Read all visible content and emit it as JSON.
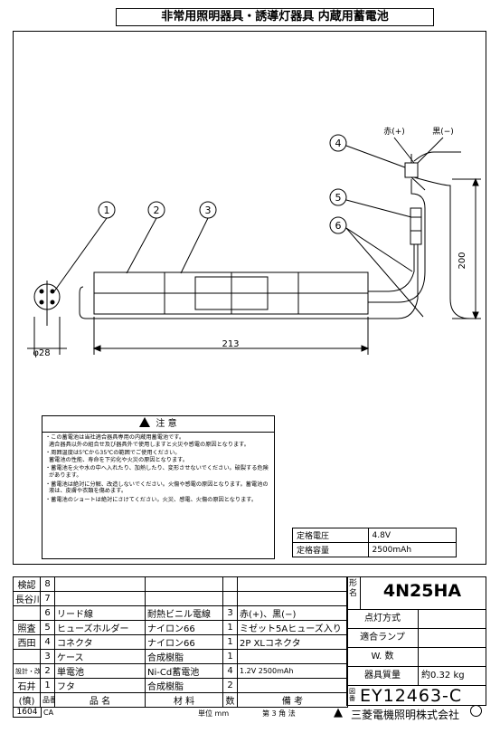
{
  "title": "非常用照明器具・誘導灯器具 内蔵用蓄電池",
  "drawing": {
    "callouts": [
      "1",
      "2",
      "3",
      "4",
      "5",
      "6"
    ],
    "wire_red": "赤(+)",
    "wire_black": "黒(−)",
    "dim_diameter": "φ28",
    "dim_length": "213",
    "dim_lead": "200"
  },
  "caution": {
    "heading": "注 意",
    "notes": [
      "・この蓄電池は当社適合器具専用の内蔵用蓄電池です。\n適合器具以外の組合せ及び器具外で使用しますと火災や感電の原因となります。",
      "・周囲温度は5℃から35℃の範囲でご使用ください。\n蓄電池の性能、寿命を下劣化や火災の原因となります。",
      "・蓄電池を火や水の中へ入れたり、加熱したり、変形させないでください。破裂する危険があります。",
      "・蓄電池は絶対に分解、改造しないでください。火傷や感電の原因となります。蓄電池の液は、皮膚や衣類を傷めます。",
      "・蓄電池のショートは絶対にさけてください。火災、感電、火傷の原因となります。"
    ]
  },
  "spec": [
    {
      "label": "定格電圧",
      "value": "4.8V"
    },
    {
      "label": "定格容量",
      "value": "2500mAh"
    }
  ],
  "parts_table": {
    "rows": [
      {
        "sign": "検認",
        "no": "8",
        "name": "",
        "material": "",
        "qty": "",
        "note": ""
      },
      {
        "sign": "長谷川",
        "no": "7",
        "name": "",
        "material": "",
        "qty": "",
        "note": ""
      },
      {
        "sign": "",
        "no": "6",
        "name": "リード線",
        "material": "耐熱ビニル電線",
        "qty": "3",
        "note": "赤(+)、黒(−)"
      },
      {
        "sign": "照査",
        "no": "5",
        "name": "ヒューズホルダー",
        "material": "ナイロン66",
        "qty": "1",
        "note": "ミゼット5Aヒューズ入り"
      },
      {
        "sign": "西田",
        "no": "4",
        "name": "コネクタ",
        "material": "ナイロン66",
        "qty": "1",
        "note": "2P XLコネクタ"
      },
      {
        "sign": "",
        "no": "3",
        "name": "ケース",
        "material": "合成樹脂",
        "qty": "1",
        "note": ""
      },
      {
        "sign": "設計・改定",
        "no": "2",
        "name": "単電池",
        "material": "Ni-Cd蓄電池",
        "qty": "4",
        "note": "1.2V 2500mAh"
      },
      {
        "sign": "石井",
        "no": "1",
        "name": "フタ",
        "material": "合成樹脂",
        "qty": "2",
        "note": ""
      }
    ],
    "header": {
      "sign": "(憤)",
      "no": "品番",
      "name": "品 名",
      "material": "材 料",
      "qty": "数",
      "note": "備 考"
    }
  },
  "right_panel": {
    "model_label": "形名",
    "model": "4N25HA",
    "lighting": "点灯方式",
    "lamp": "適合ランプ",
    "watt": "W. 数",
    "mass_label": "器具質量",
    "mass_value": "約0.32 kg",
    "drawing_mark": "図番",
    "drawing_no": "EY12463-C"
  },
  "footer": {
    "code": "1604",
    "ca": "CA",
    "unit": "単位 mm",
    "angle": "第 3 角 法",
    "company": "三菱電機照明株式会社"
  }
}
